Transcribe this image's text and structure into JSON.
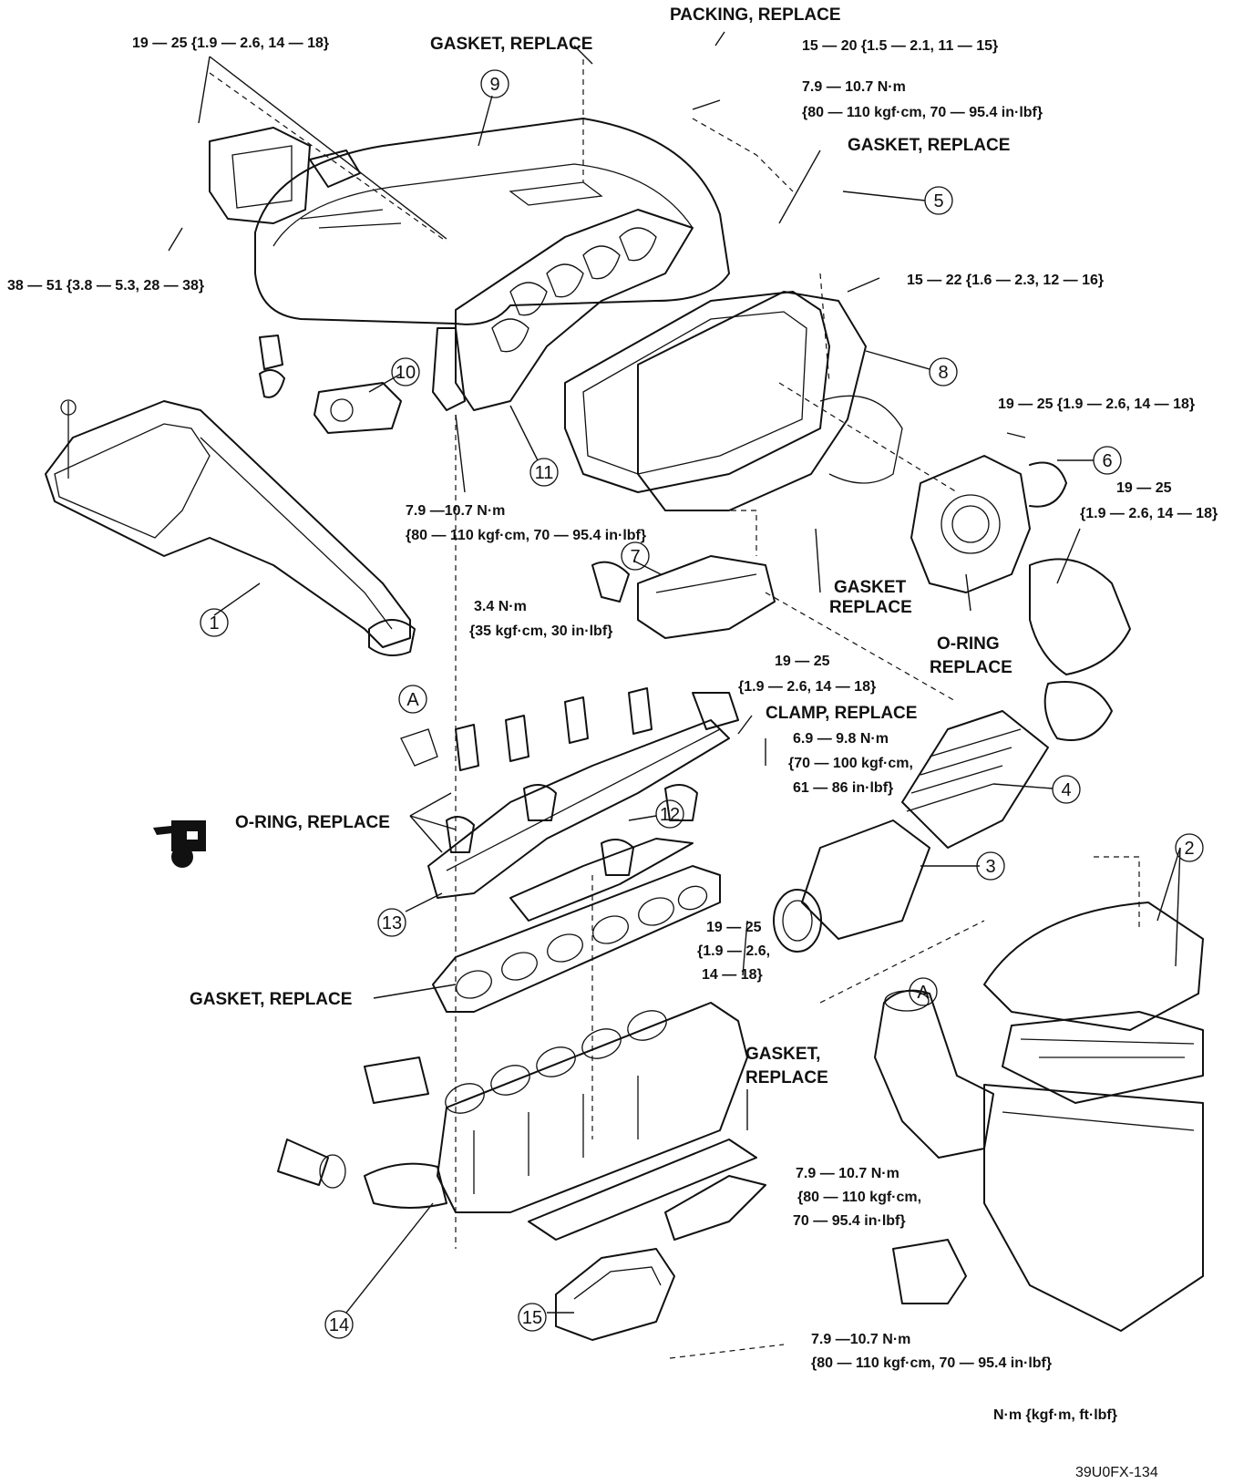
{
  "specs": {
    "s1": "19 — 25 {1.9 — 2.6, 14 — 18}",
    "s2": "38 — 51 {3.8 — 5.3, 28 — 38}",
    "s3": "15 — 20 {1.5 — 2.1, 11 — 15}",
    "s4a": "7.9 — 10.7 N·m",
    "s4b": "{80 — 110 kgf·cm, 70 — 95.4 in·lbf}",
    "s5": "15 — 22 {1.6 — 2.3, 12 — 16}",
    "s6": "19 — 25 {1.9 — 2.6, 14 — 18}",
    "s7a": "7.9 —10.7 N·m",
    "s7b": "{80 — 110 kgf·cm, 70 — 95.4 in·lbf}",
    "s8a": "19 — 25",
    "s8b": "{1.9 — 2.6, 14 — 18}",
    "s9a": "3.4 N·m",
    "s9b": "{35 kgf·cm, 30 in·lbf}",
    "s10a": "19 — 25",
    "s10b": "{1.9 — 2.6, 14 — 18}",
    "s11a": "6.9 — 9.8 N·m",
    "s11b": "{70 — 100 kgf·cm,",
    "s11c": "61 — 86 in·lbf}",
    "s12a": "19 — 25",
    "s12b": "{1.9 — 2.6,",
    "s12c": "14 — 18}",
    "s13a": "7.9 — 10.7 N·m",
    "s13b": "{80 — 110 kgf·cm,",
    "s13c": "70 — 95.4 in·lbf}",
    "s14a": "7.9 —10.7 N·m",
    "s14b": "{80 — 110 kgf·cm, 70 — 95.4 in·lbf}"
  },
  "labels": {
    "packing": "PACKING, REPLACE",
    "gasket_top": "GASKET, REPLACE",
    "gasket_right": "GASKET, REPLACE",
    "gasket_mid_a": "GASKET",
    "gasket_mid_b": "REPLACE",
    "oring_right_a": "O-RING",
    "oring_right_b": "REPLACE",
    "clamp": "CLAMP, REPLACE",
    "oring_left": "O-RING, REPLACE",
    "gasket_left": "GASKET, REPLACE",
    "gasket_low_a": "GASKET,",
    "gasket_low_b": "REPLACE"
  },
  "callouts": {
    "c1": "1",
    "c2": "2",
    "c3": "3",
    "c4": "4",
    "c5": "5",
    "c6": "6",
    "c7": "7",
    "c8": "8",
    "c9": "9",
    "c10": "10",
    "c11": "11",
    "c12": "12",
    "c13": "13",
    "c14": "14",
    "c15": "15",
    "a1": "A",
    "a2": "A"
  },
  "legend": {
    "units": "N·m {kgf·m, ft·lbf}"
  },
  "figure_code": "39U0FX-134"
}
